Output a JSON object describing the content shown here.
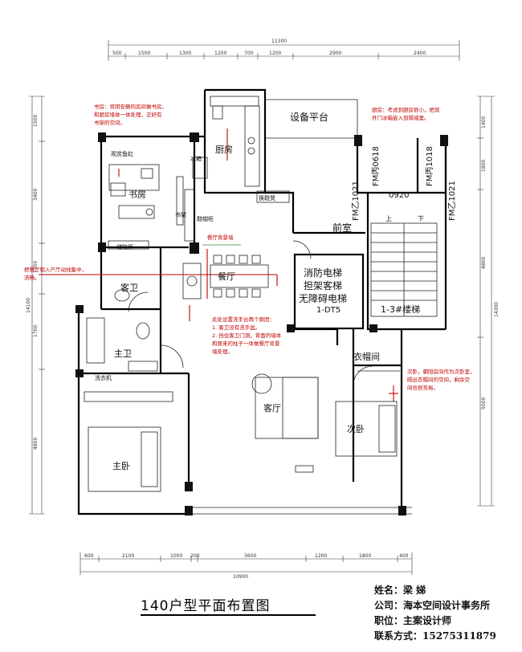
{
  "rooms": {
    "study": "书房",
    "kitchen": "厨房",
    "equipment_platform": "设备平台",
    "fridge": "冰箱",
    "shoe_bench": "换鞋凳",
    "lobby": "前室",
    "dining": "餐厅",
    "guest_bath": "客卫",
    "master_bath": "主卫",
    "master_bedroom": "主卧",
    "living": "客厅",
    "cloakroom": "衣帽间",
    "second_bedroom": "次卧",
    "stair": "1-3#楼梯",
    "bookshelf": "书架",
    "shoe_cabinet": "鞋帽柜",
    "tea_cabinet": "储物柜",
    "washer": "洗衣机",
    "fish_tank": "观赏鱼缸",
    "dining_wall": "餐厅背景墙",
    "up": "上",
    "down": "下"
  },
  "elevator": {
    "line1": "消防电梯",
    "line2": "担架客梯",
    "line3": "无障碍电梯",
    "line4": "1-DT5"
  },
  "doors": {
    "fm1": "FM丙0618",
    "fm2": "FM丙1018",
    "fm3": "FM乙1021",
    "fm4": "FM乙1021",
    "fm5": "0920"
  },
  "notes": {
    "study": [
      "书房：背阴安静的房间做书房，",
      "和厨房墙体一体处理，正好有",
      "书架的空间。"
    ],
    "kitchen": [
      "厨房：考虑到厨房很小，把双",
      "开门冰箱嵌入到隔墙里。"
    ],
    "entry": [
      "把餐厅和入户厅动线集中，",
      "流畅。"
    ],
    "sink": [
      "此处设置洗手台两个原因：",
      "1. 客卫没有洗手盆。",
      "2. 挡住客卫门洞，背面的墙体",
      "和原来的柱子一体做餐厅背景",
      "墙处理。"
    ],
    "second_bedroom": [
      "次卧，朝阳房间作为次卧室，",
      "隔出衣帽间的空间，剩余空",
      "间也很充裕。"
    ]
  },
  "dimensions": {
    "top_total": "11300",
    "top_segments": [
      "500",
      "1500",
      "1300",
      "1200",
      "700",
      "1200",
      "2900",
      "2400"
    ],
    "bottom_total": "10900",
    "bottom_segments": [
      "600",
      "2100",
      "1000",
      "200",
      "3600",
      "1200",
      "1800",
      "400"
    ],
    "left_total": "14100",
    "left_segments": [
      "1500",
      "3400",
      "1700",
      "1700",
      "4800"
    ],
    "right_total": "14300",
    "right_segments": [
      "1400",
      "1800",
      "4800",
      "5000"
    ]
  },
  "title": "140户型平面布置图",
  "info": {
    "name": "姓名：梁  娣",
    "company": "公司：海本空间设计事务所",
    "position": "职位：主案设计师",
    "contact": "联系方式：15275311879"
  }
}
